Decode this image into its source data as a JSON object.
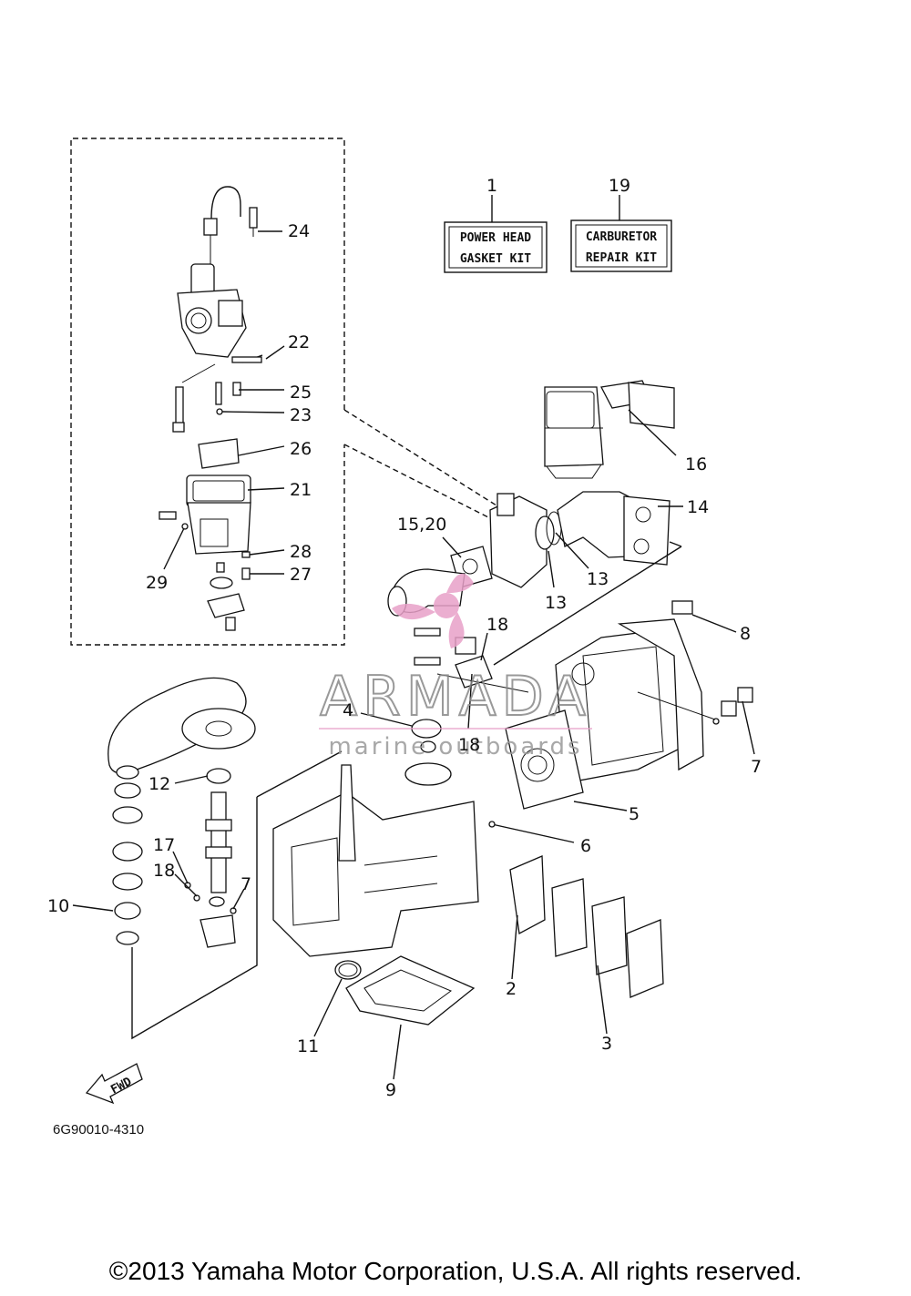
{
  "kits": {
    "power_head": {
      "number": "1",
      "line1": "POWER HEAD",
      "line2": "GASKET KIT"
    },
    "carburetor": {
      "number": "19",
      "line1": "CARBURETOR",
      "line2": "REPAIR KIT"
    }
  },
  "callouts": {
    "c24": "24",
    "c22": "22",
    "c25": "25",
    "c23": "23",
    "c26": "26",
    "c21": "21",
    "c28": "28",
    "c27": "27",
    "c29": "29",
    "c16": "16",
    "c14": "14",
    "c1520": "15,20",
    "c13a": "13",
    "c13b": "13",
    "c18a": "18",
    "c8": "8",
    "c4": "4",
    "c18b": "18",
    "c7a": "7",
    "c12": "12",
    "c5": "5",
    "c6": "6",
    "c17": "17",
    "c18c": "18",
    "c7b": "7",
    "c10": "10",
    "c2": "2",
    "c11": "11",
    "c3": "3",
    "c9": "9"
  },
  "fwd_label": "FWD",
  "part_code": "6G90010-4310",
  "watermark": {
    "title": "ARMADA",
    "subtitle": "marine outboards",
    "color": "#e8a0c8"
  },
  "copyright": "©2013 Yamaha Motor Corporation, U.S.A. All rights reserved."
}
